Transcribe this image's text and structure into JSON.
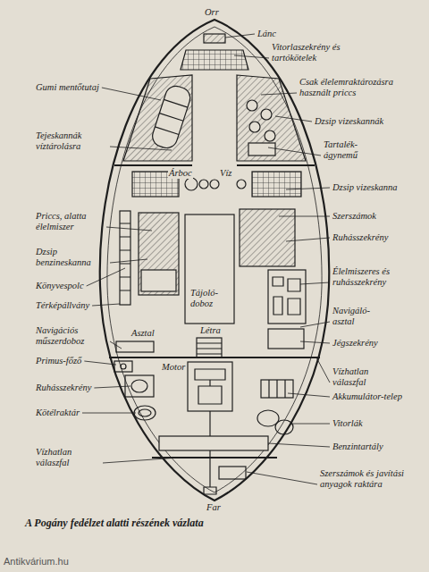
{
  "diagram": {
    "caption": "A Pogány fedélzet alatti részének vázlata",
    "labels": [
      "Orr",
      "Lánc",
      "Vitorlaszekrény és tartókötelek",
      "Gumi mentőtutaj",
      "Csak élelemraktározásra használt priccs",
      "Dzsip vizeskannák",
      "Tejeskannák víztárolásra",
      "Tartalék-ágynemű",
      "Árboc",
      "Víz",
      "Dzsip vizeskanna",
      "Priccs, alatta élelmiszer",
      "Szerszámok",
      "Ruhásszekrény",
      "Dzsip benzineskanna",
      "Élelmiszeres és ruhásszekrény",
      "Könyvespolc",
      "Tájoló-doboz",
      "Térképállvány",
      "Navigáló-asztal",
      "Navigációs műszerdoboz",
      "Asztal",
      "Létra",
      "Jégszekrény",
      "Primus-főző",
      "Motor",
      "Vízhatlan válaszfal",
      "Ruhásszekrény",
      "Akkumulátor-telep",
      "Kötélraktár",
      "Vitorlák",
      "Benzintartály",
      "Vízhatlan válaszfal",
      "Szerszámok és javítási anyagok raktára",
      "Far",
      "Antikvárium.hu"
    ]
  }
}
